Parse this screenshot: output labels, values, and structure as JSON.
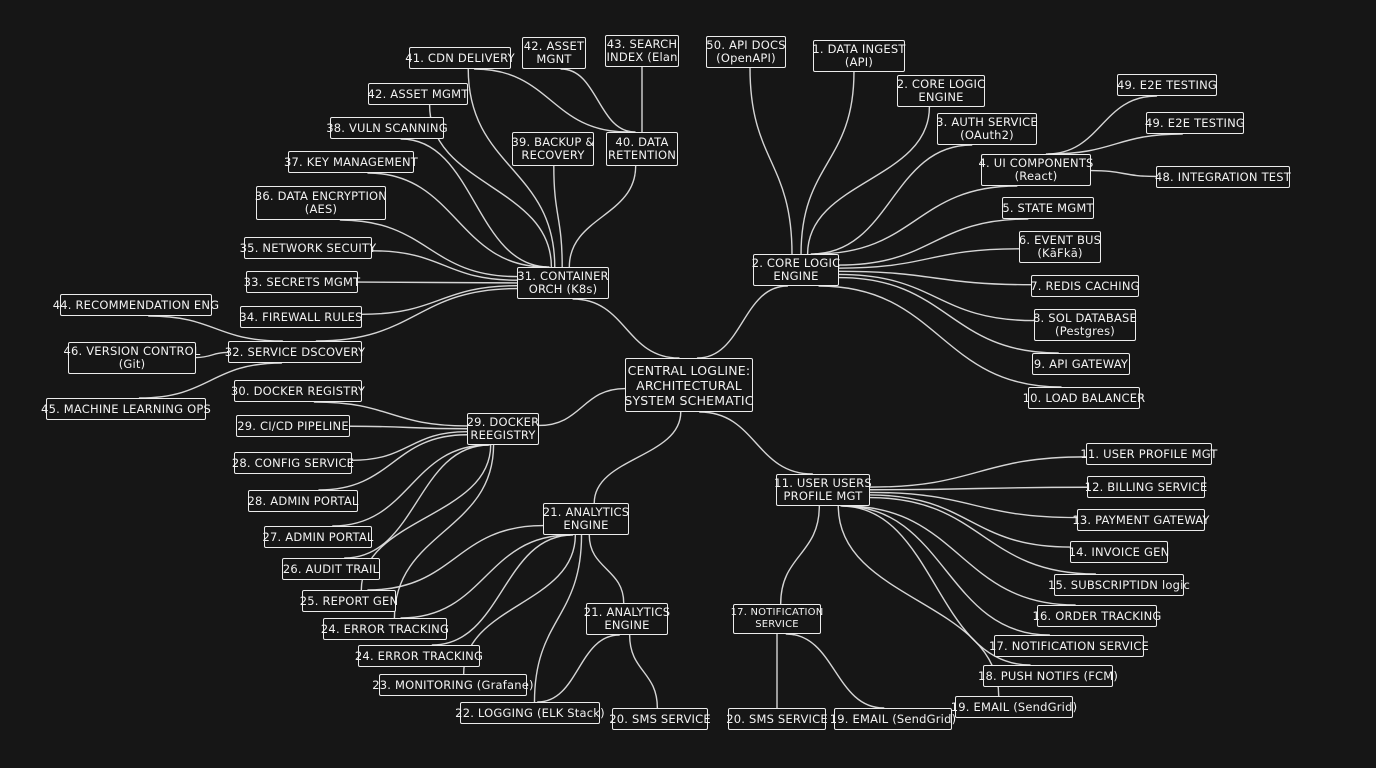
{
  "diagram": {
    "nodes": [
      {
        "id": "central",
        "label": "CENTRAL LOGLINE:\nARCHITECTURAL\nSYSTEM SCHEMATIC"
      },
      {
        "id": "hub-core",
        "label": "2. CORE LOGIC\nENGINE"
      },
      {
        "id": "hub-k8s",
        "label": "31. CONTAINER\nORCH (K8s)"
      },
      {
        "id": "hub-docker",
        "label": "29. DOCKER\nREEGISTRY"
      },
      {
        "id": "hub-analytics",
        "label": "21. ANALYTICS\nENGINE"
      },
      {
        "id": "hub-user",
        "label": "11. USER USERS\nPROFILE MGT"
      },
      {
        "id": "hub-analytics2",
        "label": "21. ANALYTICS\nENGINE"
      },
      {
        "id": "hub-notif",
        "label": "17. NOTIFICATION\nSERVICE"
      },
      {
        "id": "n50",
        "label": "50. API DOCS\n(OpenAPI)"
      },
      {
        "id": "n1",
        "label": "1. DATA INGEST\n(API)"
      },
      {
        "id": "n2",
        "label": "2. CORE LOGIC\nENGINE"
      },
      {
        "id": "n3",
        "label": "3. AUTH SERVICE\n(OAuth2)"
      },
      {
        "id": "n4",
        "label": "4. UI COMPONENTS\n(React)"
      },
      {
        "id": "n5",
        "label": "5. STATE MGMT"
      },
      {
        "id": "n6",
        "label": "6. EVENT BUS\n(KāFkā)"
      },
      {
        "id": "n7",
        "label": "7. REDIS CACHING"
      },
      {
        "id": "n8",
        "label": "8. SOL DATABASE\n(Pestgres)"
      },
      {
        "id": "n9",
        "label": "9. API GATEWAY"
      },
      {
        "id": "n10",
        "label": "10. LOAD BALANCER"
      },
      {
        "id": "n49a",
        "label": "49. E2E TESTING"
      },
      {
        "id": "n49b",
        "label": "49. E2E TESTING"
      },
      {
        "id": "n48",
        "label": "48. INTEGRATION TEST"
      },
      {
        "id": "n11",
        "label": "11. USER PROFILE MGT"
      },
      {
        "id": "n12",
        "label": "12. BILLING SERVICE"
      },
      {
        "id": "n13",
        "label": "13. PAYMENT GATEWAY"
      },
      {
        "id": "n14",
        "label": "14. INVOICE GEN"
      },
      {
        "id": "n15",
        "label": "15. SUBSCRIPTIDN logic"
      },
      {
        "id": "n16",
        "label": "16. ORDER TRACKING"
      },
      {
        "id": "n17",
        "label": "17. NOTIFICATION SERVICE"
      },
      {
        "id": "n18",
        "label": "18. PUSH NOTIFS (FCM)"
      },
      {
        "id": "n19e",
        "label": "19. EMAIL (SendGrid)"
      },
      {
        "id": "n19",
        "label": "19. EMAIL (SendGrid)"
      },
      {
        "id": "n20b",
        "label": "20. SMS SERVICE"
      },
      {
        "id": "n20a",
        "label": "20. SMS SERVICE"
      },
      {
        "id": "n22",
        "label": "22. LOGGING (ELK Stack)"
      },
      {
        "id": "n23",
        "label": "23. MONITORING (Grafane)"
      },
      {
        "id": "n24b",
        "label": "24. ERROR TRACKING"
      },
      {
        "id": "n24a",
        "label": "24. ERROR TRACKING"
      },
      {
        "id": "n25",
        "label": "25. REPORT GEN"
      },
      {
        "id": "n26",
        "label": "26. AUDIT TRAIL"
      },
      {
        "id": "n27",
        "label": "27. ADMIN PORTAL"
      },
      {
        "id": "n28b",
        "label": "28. ADMIN PORTAL"
      },
      {
        "id": "n28",
        "label": "28. CONFIG SERVICE"
      },
      {
        "id": "n29",
        "label": "29. CI/CD PIPELINE"
      },
      {
        "id": "n30",
        "label": "30. DOCKER REGISTRY"
      },
      {
        "id": "n32",
        "label": "32. SERVICE DSCOVERY"
      },
      {
        "id": "n44",
        "label": "44. RECOMMENDATION ENG"
      },
      {
        "id": "n46",
        "label": "46. VERSION CONTROL\n(Git)"
      },
      {
        "id": "n45",
        "label": "45. MACHINE LEARNING OPS"
      },
      {
        "id": "n34",
        "label": "34. FIREWALL RULES"
      },
      {
        "id": "n33",
        "label": "33. SECRETS MGMT"
      },
      {
        "id": "n35",
        "label": "35. NETWORK SECUITY"
      },
      {
        "id": "n36",
        "label": "36. DATA ENCRYPTION\n(AES)"
      },
      {
        "id": "n37",
        "label": "37. KEY MANAGEMENT"
      },
      {
        "id": "n38",
        "label": "38. VULN SCANNING"
      },
      {
        "id": "n42b",
        "label": "42. ASSET MGMT"
      },
      {
        "id": "n41",
        "label": "41. CDN DELIVERY"
      },
      {
        "id": "n42",
        "label": "42. ASSET\nMGNT"
      },
      {
        "id": "n43",
        "label": "43. SEARCH\nINDEX (Elan"
      },
      {
        "id": "n39",
        "label": "39. BACKUP &\nRECOVERY"
      },
      {
        "id": "n40",
        "label": "40. DATA\nRETENTION"
      }
    ],
    "edges": [
      [
        "central",
        "hub-core"
      ],
      [
        "central",
        "hub-k8s"
      ],
      [
        "central",
        "hub-docker"
      ],
      [
        "central",
        "hub-analytics"
      ],
      [
        "central",
        "hub-user"
      ],
      [
        "hub-core",
        "n50"
      ],
      [
        "hub-core",
        "n1"
      ],
      [
        "hub-core",
        "n2"
      ],
      [
        "hub-core",
        "n3"
      ],
      [
        "hub-core",
        "n4"
      ],
      [
        "hub-core",
        "n5"
      ],
      [
        "hub-core",
        "n6"
      ],
      [
        "hub-core",
        "n7"
      ],
      [
        "hub-core",
        "n8"
      ],
      [
        "hub-core",
        "n9"
      ],
      [
        "hub-core",
        "n10"
      ],
      [
        "n4",
        "n49a"
      ],
      [
        "n4",
        "n49b"
      ],
      [
        "n4",
        "n48"
      ],
      [
        "hub-user",
        "n11"
      ],
      [
        "hub-user",
        "n12"
      ],
      [
        "hub-user",
        "n13"
      ],
      [
        "hub-user",
        "n14"
      ],
      [
        "hub-user",
        "n15"
      ],
      [
        "hub-user",
        "n16"
      ],
      [
        "hub-user",
        "n17"
      ],
      [
        "hub-user",
        "n18"
      ],
      [
        "hub-user",
        "n19"
      ],
      [
        "hub-user",
        "hub-notif"
      ],
      [
        "hub-notif",
        "n20b"
      ],
      [
        "hub-notif",
        "n19e"
      ],
      [
        "hub-analytics",
        "hub-analytics2"
      ],
      [
        "hub-analytics",
        "n22"
      ],
      [
        "hub-analytics",
        "n23"
      ],
      [
        "hub-analytics",
        "n24b"
      ],
      [
        "hub-analytics",
        "n24a"
      ],
      [
        "hub-analytics",
        "n25"
      ],
      [
        "hub-analytics2",
        "n20a"
      ],
      [
        "hub-analytics2",
        "n22"
      ],
      [
        "hub-docker",
        "n30"
      ],
      [
        "hub-docker",
        "n29"
      ],
      [
        "hub-docker",
        "n28"
      ],
      [
        "hub-docker",
        "n28b"
      ],
      [
        "hub-docker",
        "n27"
      ],
      [
        "hub-docker",
        "n26"
      ],
      [
        "hub-docker",
        "n25"
      ],
      [
        "hub-docker",
        "n24a"
      ],
      [
        "hub-k8s",
        "n32"
      ],
      [
        "hub-k8s",
        "n34"
      ],
      [
        "hub-k8s",
        "n33"
      ],
      [
        "hub-k8s",
        "n35"
      ],
      [
        "hub-k8s",
        "n36"
      ],
      [
        "hub-k8s",
        "n37"
      ],
      [
        "hub-k8s",
        "n38"
      ],
      [
        "hub-k8s",
        "n42b"
      ],
      [
        "hub-k8s",
        "n41"
      ],
      [
        "hub-k8s",
        "n39"
      ],
      [
        "hub-k8s",
        "n40"
      ],
      [
        "n32",
        "n44"
      ],
      [
        "n32",
        "n46"
      ],
      [
        "n32",
        "n45"
      ],
      [
        "n40",
        "n42"
      ],
      [
        "n40",
        "n43"
      ],
      [
        "n40",
        "n41"
      ]
    ]
  }
}
